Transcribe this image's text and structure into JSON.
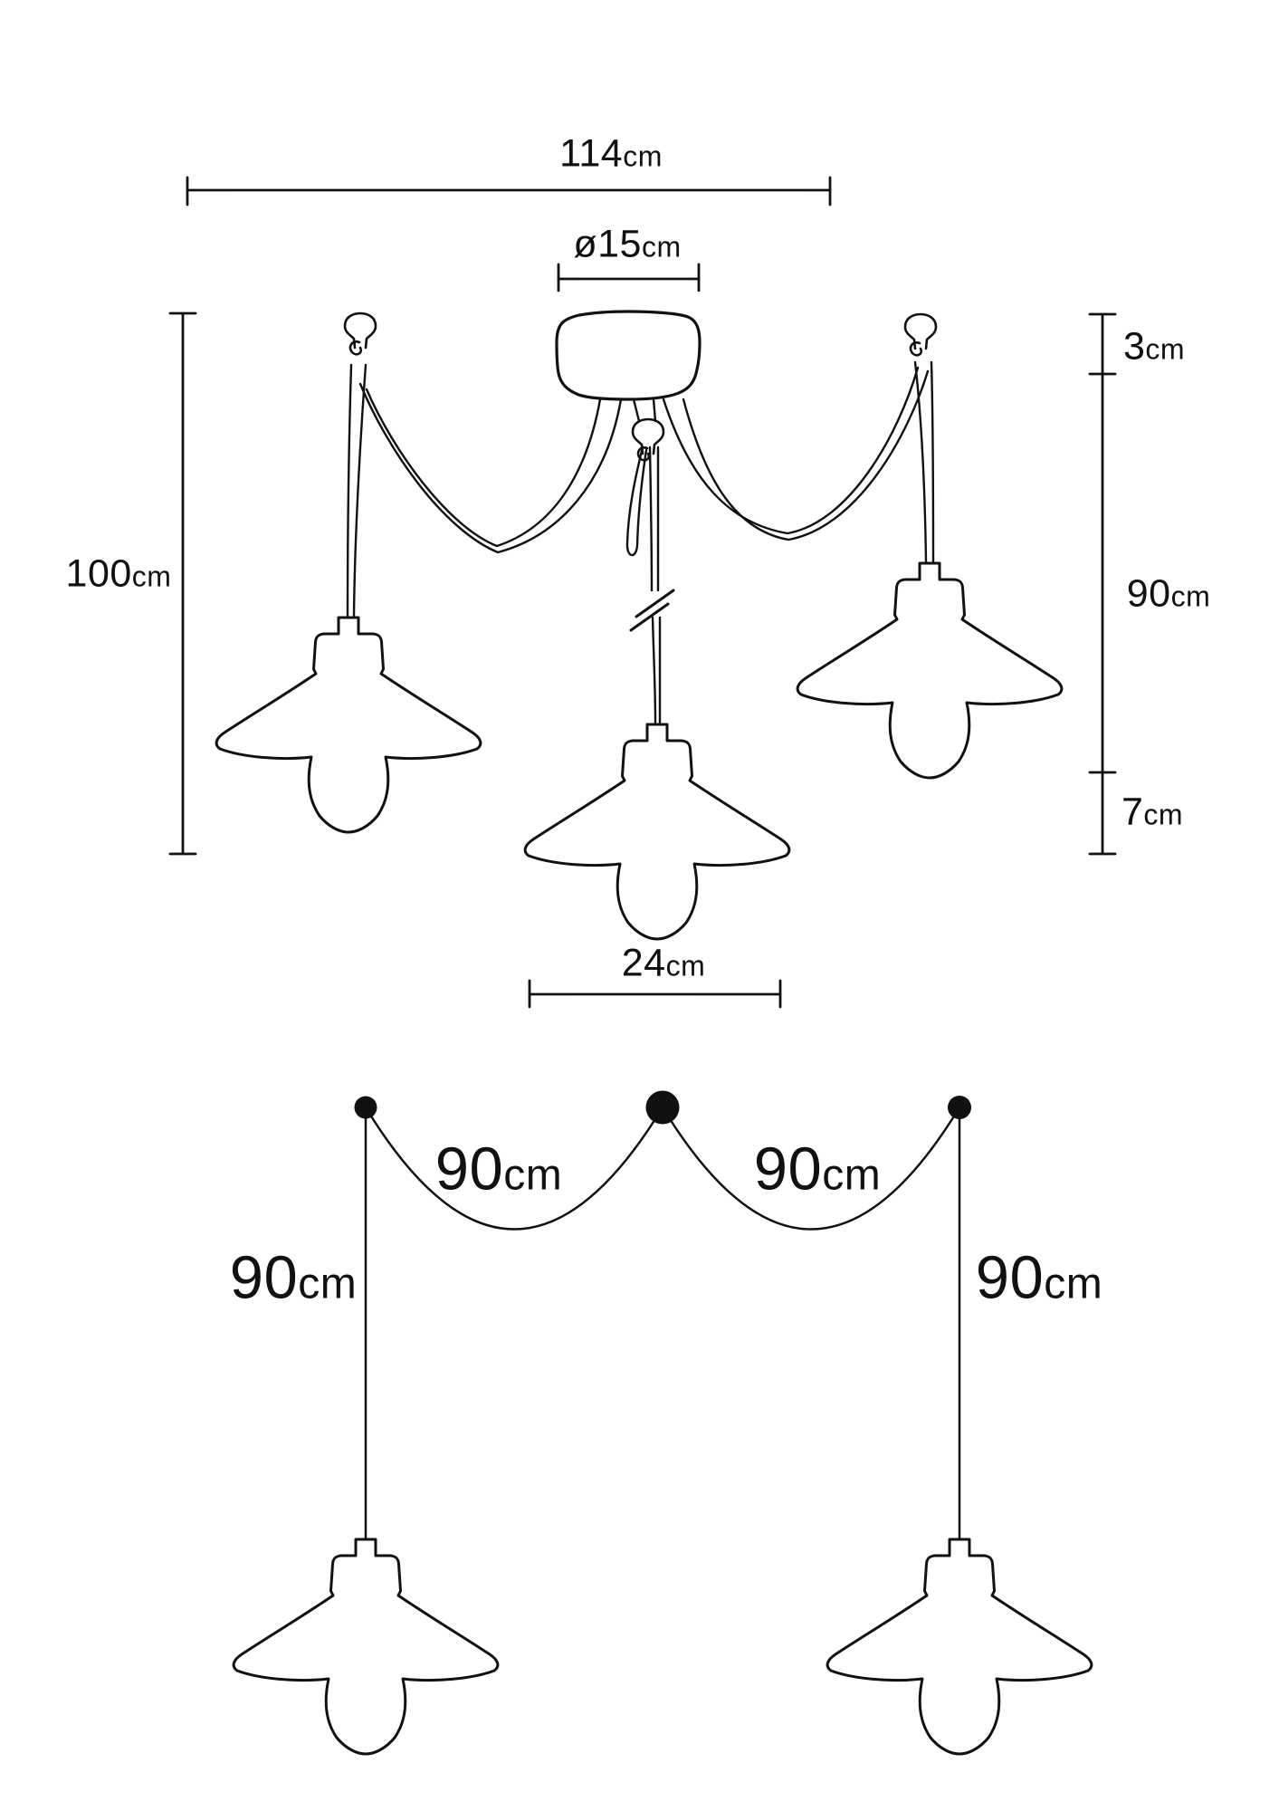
{
  "colors": {
    "line": "#111111",
    "text": "#111111",
    "background": "#ffffff"
  },
  "top_diagram": {
    "overall_width": {
      "value": "114",
      "unit": "cm"
    },
    "canopy_diameter": {
      "value": "ø15",
      "unit": "cm"
    },
    "overall_height": {
      "value": "100",
      "unit": "cm"
    },
    "canopy_height": {
      "value": "3",
      "unit": "cm"
    },
    "cable_drop": {
      "value": "90",
      "unit": "cm"
    },
    "shade_height": {
      "value": "7",
      "unit": "cm"
    },
    "shade_diameter": {
      "value": "24",
      "unit": "cm"
    }
  },
  "bottom_diagram": {
    "span_left": {
      "value": "90",
      "unit": "cm"
    },
    "span_right": {
      "value": "90",
      "unit": "cm"
    },
    "drop_left": {
      "value": "90",
      "unit": "cm"
    },
    "drop_right": {
      "value": "90",
      "unit": "cm"
    }
  }
}
